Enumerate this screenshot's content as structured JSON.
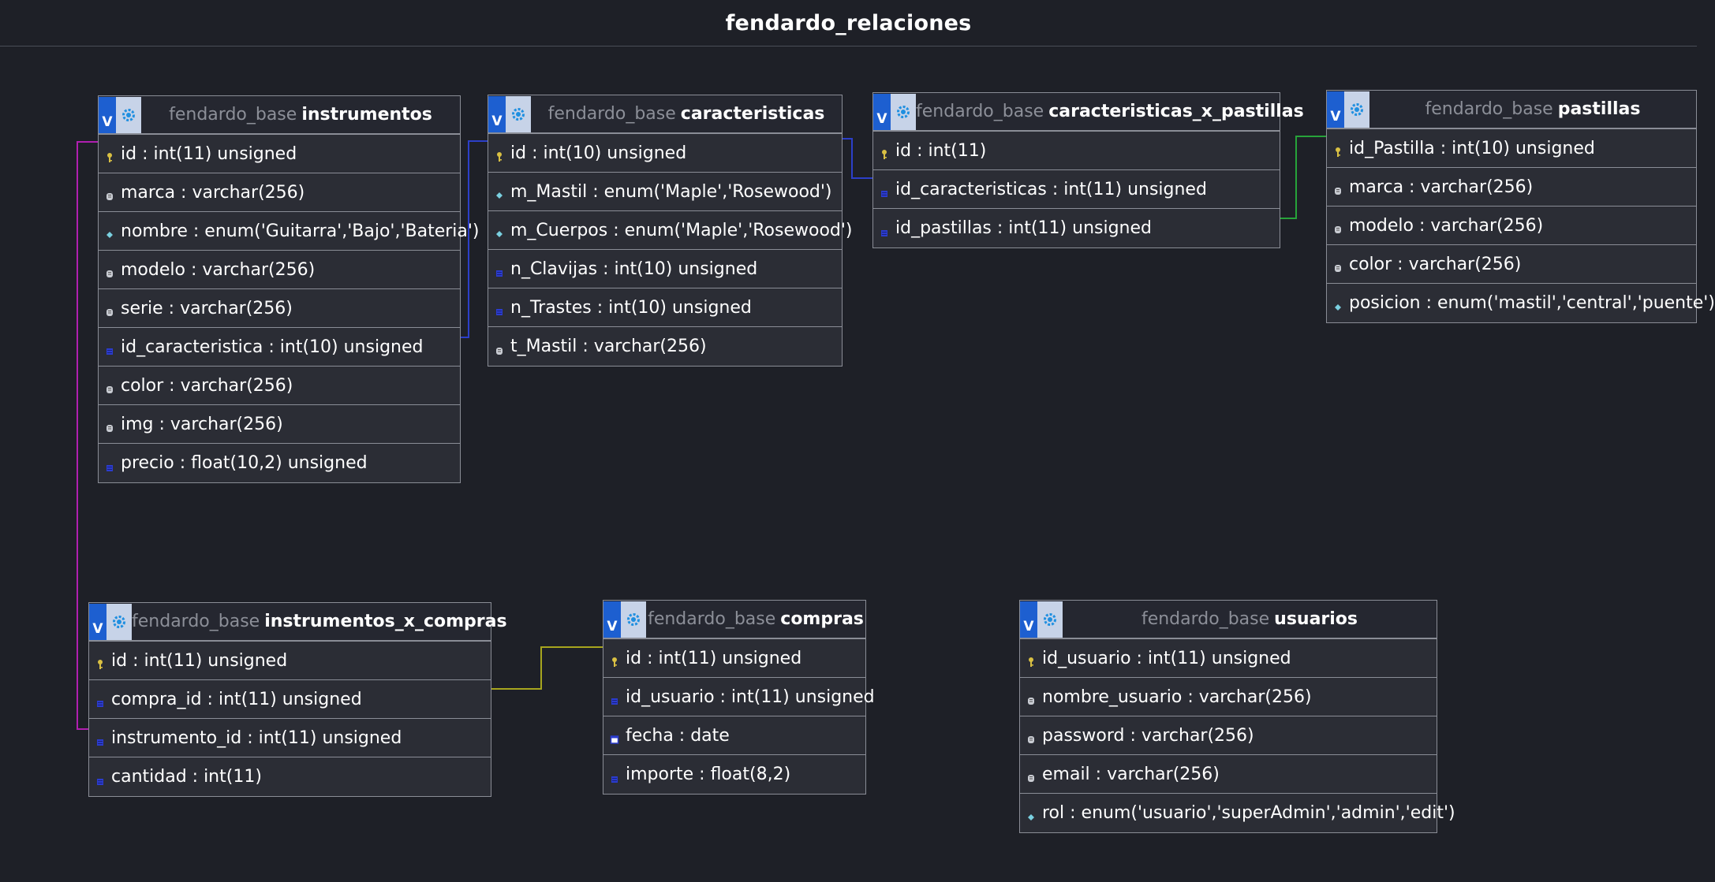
{
  "diagram": {
    "title": "fendardo_relaciones",
    "schema": "fendardo_base",
    "badge_letter": "V",
    "colors": {
      "background": "#1e2027",
      "table_bg": "#2b2d35",
      "border": "#8a8d96",
      "link_purple": "#b01fb0",
      "link_blue": "#2c3fc9",
      "link_green": "#27a33a",
      "link_olive": "#a7a51e"
    }
  },
  "tables": {
    "instrumentos": {
      "name": "instrumentos",
      "fields": [
        {
          "label": "id : int(11) unsigned",
          "icon": "primary-key-icon"
        },
        {
          "label": "marca : varchar(256)",
          "icon": "text-field-icon"
        },
        {
          "label": "nombre : enum('Guitarra','Bajo','Bateria')",
          "icon": "enum-field-icon"
        },
        {
          "label": "modelo : varchar(256)",
          "icon": "text-field-icon"
        },
        {
          "label": "serie : varchar(256)",
          "icon": "text-field-icon"
        },
        {
          "label": "id_caracteristica : int(10) unsigned",
          "icon": "numeric-field-icon"
        },
        {
          "label": "color : varchar(256)",
          "icon": "text-field-icon"
        },
        {
          "label": "img : varchar(256)",
          "icon": "text-field-icon"
        },
        {
          "label": "precio : float(10,2) unsigned",
          "icon": "numeric-field-icon"
        }
      ]
    },
    "caracteristicas": {
      "name": "caracteristicas",
      "fields": [
        {
          "label": "id : int(10) unsigned",
          "icon": "primary-key-icon"
        },
        {
          "label": "m_Mastil : enum('Maple','Rosewood')",
          "icon": "enum-field-icon"
        },
        {
          "label": "m_Cuerpos : enum('Maple','Rosewood')",
          "icon": "enum-field-icon"
        },
        {
          "label": "n_Clavijas : int(10) unsigned",
          "icon": "numeric-field-icon"
        },
        {
          "label": "n_Trastes : int(10) unsigned",
          "icon": "numeric-field-icon"
        },
        {
          "label": "t_Mastil : varchar(256)",
          "icon": "text-field-icon"
        }
      ]
    },
    "caracteristicas_x_pastillas": {
      "name": "caracteristicas_x_pastillas",
      "fields": [
        {
          "label": "id : int(11)",
          "icon": "primary-key-icon"
        },
        {
          "label": "id_caracteristicas : int(11) unsigned",
          "icon": "numeric-field-icon"
        },
        {
          "label": "id_pastillas : int(11) unsigned",
          "icon": "numeric-field-icon"
        }
      ]
    },
    "pastillas": {
      "name": "pastillas",
      "fields": [
        {
          "label": "id_Pastilla : int(10) unsigned",
          "icon": "primary-key-icon"
        },
        {
          "label": "marca : varchar(256)",
          "icon": "text-field-icon"
        },
        {
          "label": "modelo : varchar(256)",
          "icon": "text-field-icon"
        },
        {
          "label": "color : varchar(256)",
          "icon": "text-field-icon"
        },
        {
          "label": "posicion : enum('mastil','central','puente')",
          "icon": "enum-field-icon"
        }
      ]
    },
    "instrumentos_x_compras": {
      "name": "instrumentos_x_compras",
      "fields": [
        {
          "label": "id : int(11) unsigned",
          "icon": "primary-key-icon"
        },
        {
          "label": "compra_id : int(11) unsigned",
          "icon": "numeric-field-icon"
        },
        {
          "label": "instrumento_id : int(11) unsigned",
          "icon": "numeric-field-icon"
        },
        {
          "label": "cantidad : int(11)",
          "icon": "numeric-field-icon"
        }
      ]
    },
    "compras": {
      "name": "compras",
      "fields": [
        {
          "label": "id : int(11) unsigned",
          "icon": "primary-key-icon"
        },
        {
          "label": "id_usuario : int(11) unsigned",
          "icon": "numeric-field-icon"
        },
        {
          "label": "fecha : date",
          "icon": "date-field-icon"
        },
        {
          "label": "importe : float(8,2)",
          "icon": "numeric-field-icon"
        }
      ]
    },
    "usuarios": {
      "name": "usuarios",
      "fields": [
        {
          "label": "id_usuario : int(11) unsigned",
          "icon": "primary-key-icon"
        },
        {
          "label": "nombre_usuario : varchar(256)",
          "icon": "text-field-icon"
        },
        {
          "label": "password : varchar(256)",
          "icon": "text-field-icon"
        },
        {
          "label": "email : varchar(256)",
          "icon": "text-field-icon"
        },
        {
          "label": "rol : enum('usuario','superAdmin','admin','edit')",
          "icon": "enum-field-icon"
        }
      ]
    }
  }
}
